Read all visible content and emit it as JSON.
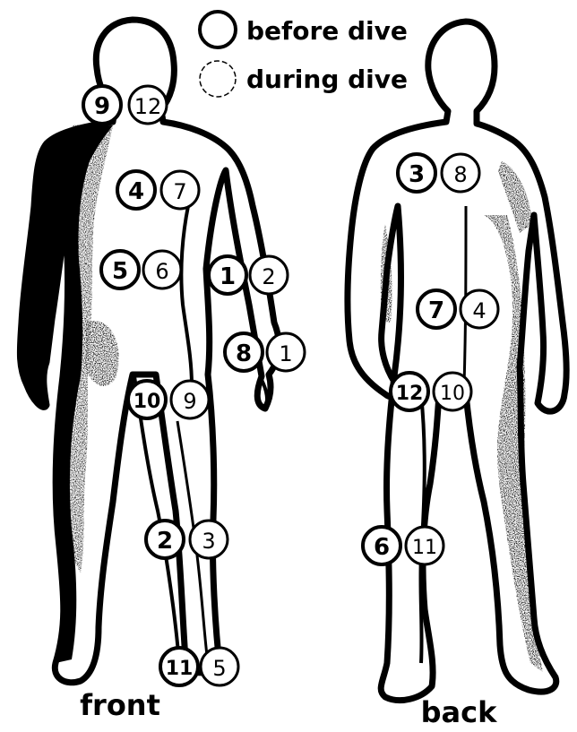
{
  "legend": [
    {
      "marker": "bold-circle",
      "label": "before dive"
    },
    {
      "marker": "thin-circle",
      "label": "during dive"
    }
  ],
  "views": [
    {
      "label": "front"
    },
    {
      "label": "back"
    }
  ],
  "front_markers": [
    {
      "pair": "neck",
      "before": "9",
      "during": "12"
    },
    {
      "pair": "chest",
      "before": "4",
      "during": "7"
    },
    {
      "pair": "abdomen",
      "before": "5",
      "during": "6"
    },
    {
      "pair": "upper-arm",
      "before": "1",
      "during": "2"
    },
    {
      "pair": "forearm",
      "before": "8",
      "during": "1"
    },
    {
      "pair": "thigh",
      "before": "10",
      "during": "9"
    },
    {
      "pair": "calf",
      "before": "2",
      "during": "3"
    },
    {
      "pair": "ankle",
      "before": "11",
      "during": "5"
    }
  ],
  "back_markers": [
    {
      "pair": "upper-back",
      "before": "3",
      "during": "8"
    },
    {
      "pair": "lower-back",
      "before": "7",
      "during": "4"
    },
    {
      "pair": "buttock",
      "before": "12",
      "during": "10"
    },
    {
      "pair": "calf",
      "before": "6",
      "during": "11"
    }
  ],
  "colors": {
    "ink": "#000000",
    "paper": "#ffffff"
  }
}
